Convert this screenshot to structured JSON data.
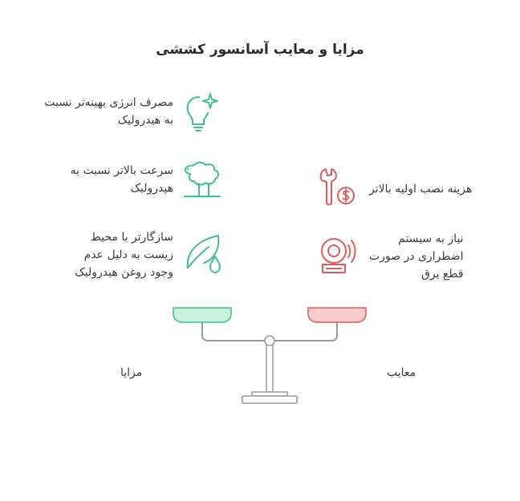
{
  "title": "مزایا و معایب آسانسور کششی",
  "advantages": {
    "label": "مزایا",
    "items": [
      {
        "line1": "مصرف انرژی بهینه‌تر نسبت",
        "line2": "به هیدرولیک",
        "icon": "lightbulb-sparkle-icon"
      },
      {
        "line1": "سرعت بالاتر نسبت به",
        "line2": "هیدرولیک",
        "icon": "sheep-icon"
      },
      {
        "line1": "سازگارتر با محیط",
        "line2": "زیست به دلیل عدم",
        "line3": "وجود روغن هیدرولیک",
        "icon": "leaf-drop-icon"
      }
    ]
  },
  "disadvantages": {
    "label": "معایب",
    "items": [
      {
        "line1": "هزینه نصب اولیه بالاتر",
        "icon": "wrench-money-icon"
      },
      {
        "line1": "نیاز به سیستم",
        "line2": "اضطراری در صورت",
        "line3": "قطع برق",
        "icon": "alarm-bell-icon"
      }
    ]
  },
  "colors": {
    "advantage": "#3fbf8a",
    "advantage_fill": "#c8f2dd",
    "disadvantage": "#e05a5a",
    "disadvantage_fill": "#f9cdcd",
    "scale": "#9a9a9a"
  }
}
